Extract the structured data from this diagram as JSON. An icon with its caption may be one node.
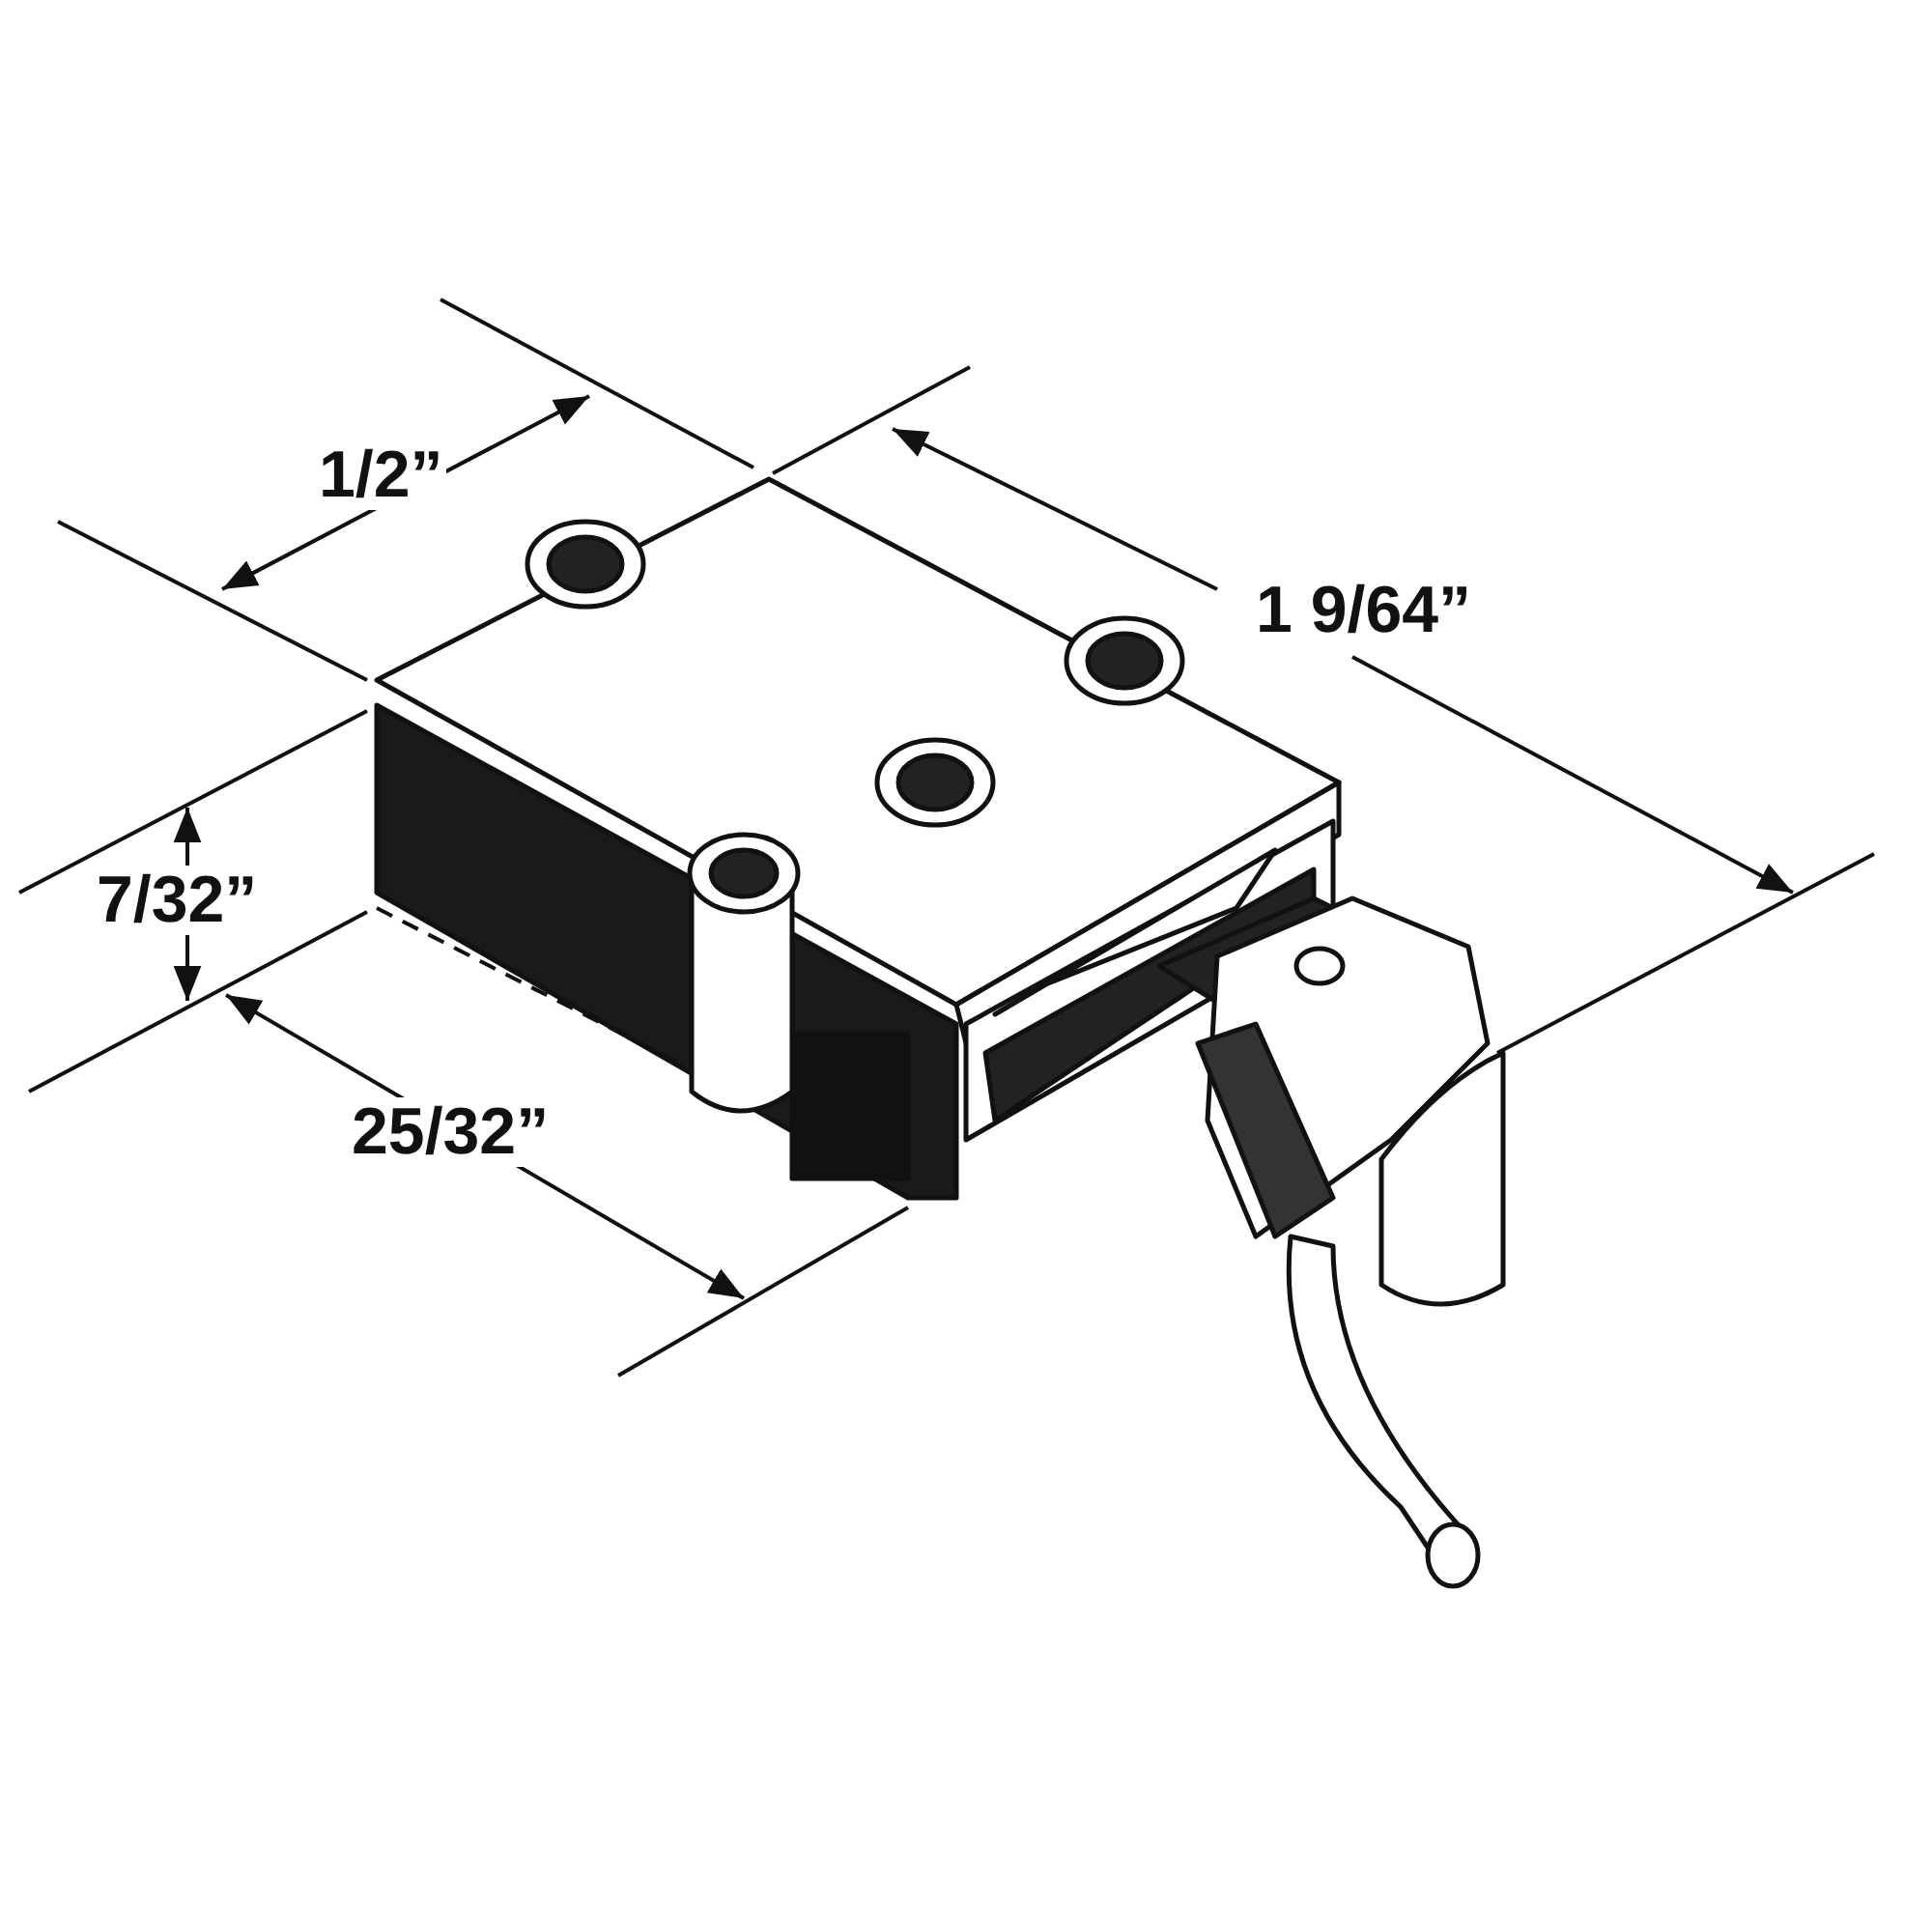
{
  "diagram": {
    "labels": [
      "1/2”",
      "1 9/64”",
      "7/32”",
      "25/32”"
    ]
  }
}
